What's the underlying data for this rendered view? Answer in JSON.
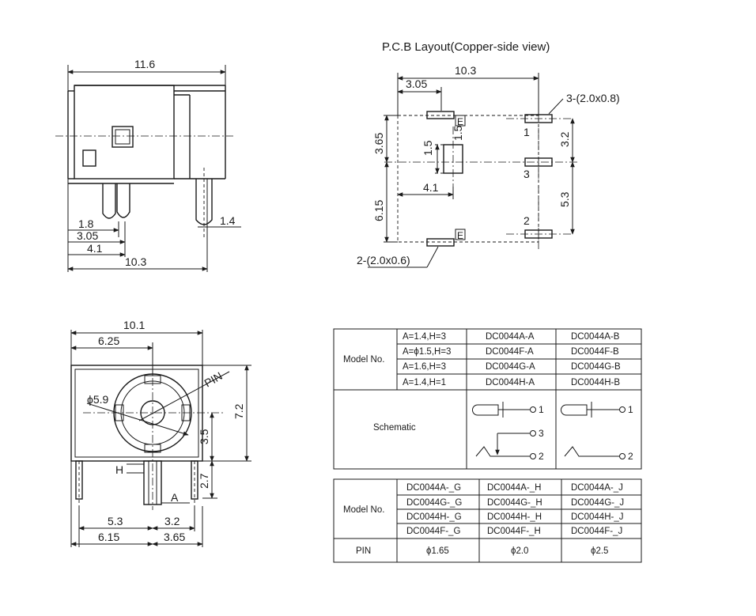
{
  "pcb_layout": {
    "title": "P.C.B Layout(Copper-side view)",
    "dims": {
      "overall_width": "10.3",
      "left_offset": "3.05",
      "pad_spec_right": "3-(2.0x0.8)",
      "pad_spec_left": "2-(2.0x0.6)",
      "upper_height": "3.65",
      "lower_height": "6.15",
      "square_h": "1.5",
      "square_w": "1.5",
      "inner_width": "4.1",
      "pin_gap_upper": "3.2",
      "pin_gap_lower": "5.3"
    },
    "pin_labels": [
      "1",
      "3",
      "2"
    ],
    "marker": "E"
  },
  "side_view": {
    "dims": {
      "width": "11.6",
      "pin_offset_1": "1.8",
      "pin_offset_2": "3.05",
      "pin_offset_3": "4.1",
      "base_width": "10.3",
      "pin_width": "1.4"
    }
  },
  "front_view": {
    "dims": {
      "width": "10.1",
      "center_offset": "6.25",
      "diameter": "ϕ5.9",
      "pin_label": "PIN",
      "height": "7.2",
      "center_height": "3.5",
      "pin_length": "2.7",
      "lower_left": "5.3",
      "lower_right": "3.2",
      "bottom_left": "6.15",
      "bottom_right": "3.65",
      "label_h": "H",
      "label_a": "A"
    }
  },
  "table1": {
    "model_label": "Model No.",
    "rows": [
      {
        "param": "A=1.4,H=3",
        "a": "DC0044A-A",
        "b": "DC0044A-B"
      },
      {
        "param": "A=ϕ1.5,H=3",
        "a": "DC0044F-A",
        "b": "DC0044F-B"
      },
      {
        "param": "A=1.6,H=3",
        "a": "DC0044G-A",
        "b": "DC0044G-B"
      },
      {
        "param": "A=1.4,H=1",
        "a": "DC0044H-A",
        "b": "DC0044H-B"
      }
    ],
    "schematic_label": "Schematic",
    "schematic_pins_a": [
      "1",
      "3",
      "2"
    ],
    "schematic_pins_b": [
      "1",
      "2"
    ]
  },
  "table2": {
    "model_label": "Model No.",
    "rows": [
      [
        "DC0044A-_G",
        "DC0044A-_H",
        "DC0044A-_J"
      ],
      [
        "DC0044G-_G",
        "DC0044G-_H",
        "DC0044G-_J"
      ],
      [
        "DC0044H-_G",
        "DC0044H-_H",
        "DC0044H-_J"
      ],
      [
        "DC0044F-_G",
        "DC0044F-_H",
        "DC0044F-_J"
      ]
    ],
    "pin_label": "PIN",
    "pin_values": [
      "ϕ1.65",
      "ϕ2.0",
      "ϕ2.5"
    ]
  }
}
